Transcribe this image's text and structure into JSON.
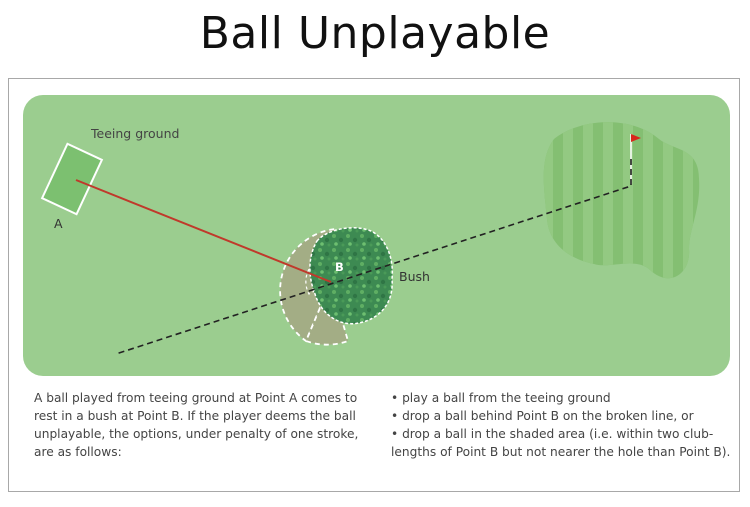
{
  "title": "Ball Unplayable",
  "labels": {
    "teeing_ground": "Teeing ground",
    "point_a": "A",
    "point_b": "B",
    "bush": "Bush"
  },
  "caption": {
    "intro": "A ball played from teeing ground at Point A comes to rest in a bush at Point B. If the player deems the ball unplayable, the options, under penalty of one stroke, are as follows:",
    "options": [
      "• play a ball from the teeing ground",
      "• drop a ball behind Point B on the broken line, or",
      "• drop a ball in the shaded area (i.e. within two club-",
      "lengths of Point B but not nearer the hole than Point B)."
    ]
  },
  "colors": {
    "fairway": "#9bcd8f",
    "teeing_ground": "#7cc070",
    "green": "#84bf72",
    "green_stripe": "#93c982",
    "shaded_area": "#a3ad85",
    "bush": "#3d8a52",
    "line_of_play": "#c0392b",
    "broken_line": "#222222",
    "flag": "#d9261c"
  }
}
